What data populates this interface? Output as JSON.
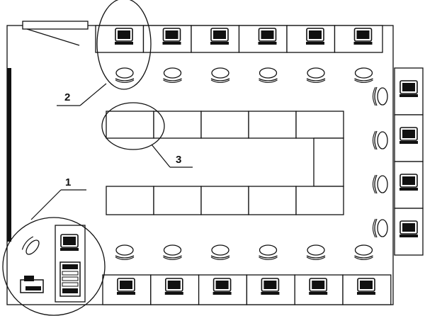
{
  "callouts": [
    {
      "key": "1",
      "label": "1"
    },
    {
      "key": "2",
      "label": "2"
    },
    {
      "key": "3",
      "label": "3"
    }
  ],
  "furniture": {
    "top_workstations": 6,
    "bottom_workstations": 6,
    "right_workstations": 4,
    "top_chairs": 6,
    "bottom_chairs": 6,
    "right_chairs": 4,
    "table_top_row_cells": 5,
    "table_bottom_row_cells": 5
  },
  "colors": {
    "line": "#111111",
    "fill": "#ffffff",
    "wall": "#111111"
  }
}
